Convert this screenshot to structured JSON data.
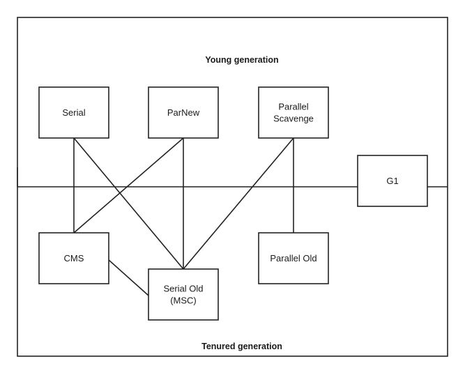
{
  "regions": {
    "young": "Young generation",
    "tenured": "Tenured generation"
  },
  "collectors": [
    {
      "id": "serial",
      "lines": [
        "Serial"
      ]
    },
    {
      "id": "parnew",
      "lines": [
        "ParNew"
      ]
    },
    {
      "id": "parallel-scavenge",
      "lines": [
        "Parallel",
        "Scavenge"
      ]
    },
    {
      "id": "g1",
      "lines": [
        "G1"
      ]
    },
    {
      "id": "cms",
      "lines": [
        "CMS"
      ]
    },
    {
      "id": "serial-old",
      "lines": [
        "Serial Old",
        "(MSC)"
      ]
    },
    {
      "id": "parallel-old",
      "lines": [
        "Parallel Old"
      ]
    }
  ],
  "connections": [
    [
      "serial",
      "cms"
    ],
    [
      "serial",
      "serial-old"
    ],
    [
      "parnew",
      "cms"
    ],
    [
      "parnew",
      "serial-old"
    ],
    [
      "parallel-scavenge",
      "serial-old"
    ],
    [
      "parallel-scavenge",
      "parallel-old"
    ],
    [
      "cms",
      "serial-old"
    ]
  ],
  "colors": {
    "stroke": "#222222",
    "background": "#ffffff",
    "text": "#1a1a1a"
  }
}
